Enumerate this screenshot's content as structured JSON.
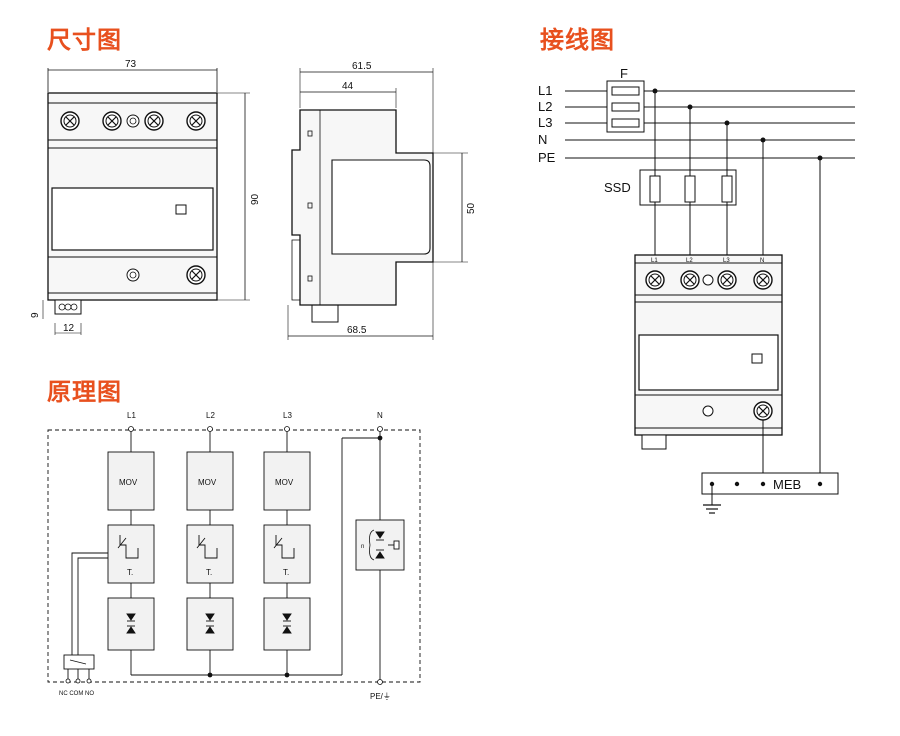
{
  "titles": {
    "dimensions": "尺寸图",
    "wiring": "接线图",
    "schematic": "原理图"
  },
  "dimensions": {
    "width": "73",
    "height": "90",
    "depth_total": "61.5",
    "depth_mid": "44",
    "front_height": "50",
    "base_depth": "68.5",
    "terminal_height": "9",
    "terminal_width": "12"
  },
  "wiring": {
    "lines": [
      "L1",
      "L2",
      "L3",
      "N",
      "PE"
    ],
    "fuse_label": "F",
    "ssd_label": "SSD",
    "meb_label": "MEB",
    "terminal_labels": [
      "L1",
      "L2",
      "L3",
      "N"
    ]
  },
  "schematic": {
    "top_labels": [
      "L1",
      "L2",
      "L3",
      "N"
    ],
    "mov_label": "MOV",
    "thermal_label": "T.",
    "gdt_label": "n",
    "bottom_label": "PE/⏚",
    "contact_labels": "NC COM NO"
  },
  "colors": {
    "title": "#e8501e",
    "line": "#111111",
    "fill": "#f2f2f2"
  }
}
